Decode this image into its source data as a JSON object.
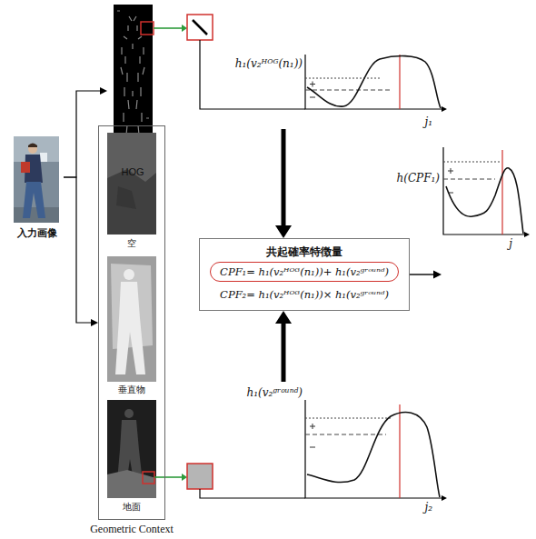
{
  "diagram": {
    "nodes": [
      {
        "text": [
          "入力画像"
        ]
      },
      {
        "text": [
          "HOG"
        ]
      },
      {
        "text": [
          "Geometric Context"
        ]
      },
      {
        "text": [
          "空"
        ],
        "in": 2
      },
      {
        "text": [
          "垂直物"
        ],
        "in": 2
      },
      {
        "text": [
          "地面"
        ],
        "in": 2
      },
      {
        "text": [
          "h₁(v₂ᴴᴼᴳ(n₁))",
          "j₁"
        ]
      },
      {
        "text": [
          "共起確率特徴量",
          "CPF₁= h₁(v₂ᴴᴼᴳ(n₁))+ h₁(v₂ᵍʳᵒᵘⁿᵈ)",
          "CPF₂= h₁(v₂ᴴᴼᴳ(n₁))× h₁(v₂ᵍʳᵒᵘⁿᵈ)"
        ]
      },
      {
        "text": [
          "h(CPF₁)",
          "j"
        ]
      },
      {
        "text": [
          "h₁(v₂ᵍʳᵒᵘⁿᵈ)",
          "j₂"
        ]
      }
    ],
    "edges": [
      {
        "from": 0,
        "to": 1,
        "arrow": "to"
      },
      {
        "from": 0,
        "to": 2,
        "arrow": "to"
      },
      {
        "from": 6,
        "to": 7,
        "arrow": "to"
      },
      {
        "from": 9,
        "to": 7,
        "arrow": "to"
      },
      {
        "from": 7,
        "to": 8,
        "arrow": "to"
      }
    ]
  }
}
